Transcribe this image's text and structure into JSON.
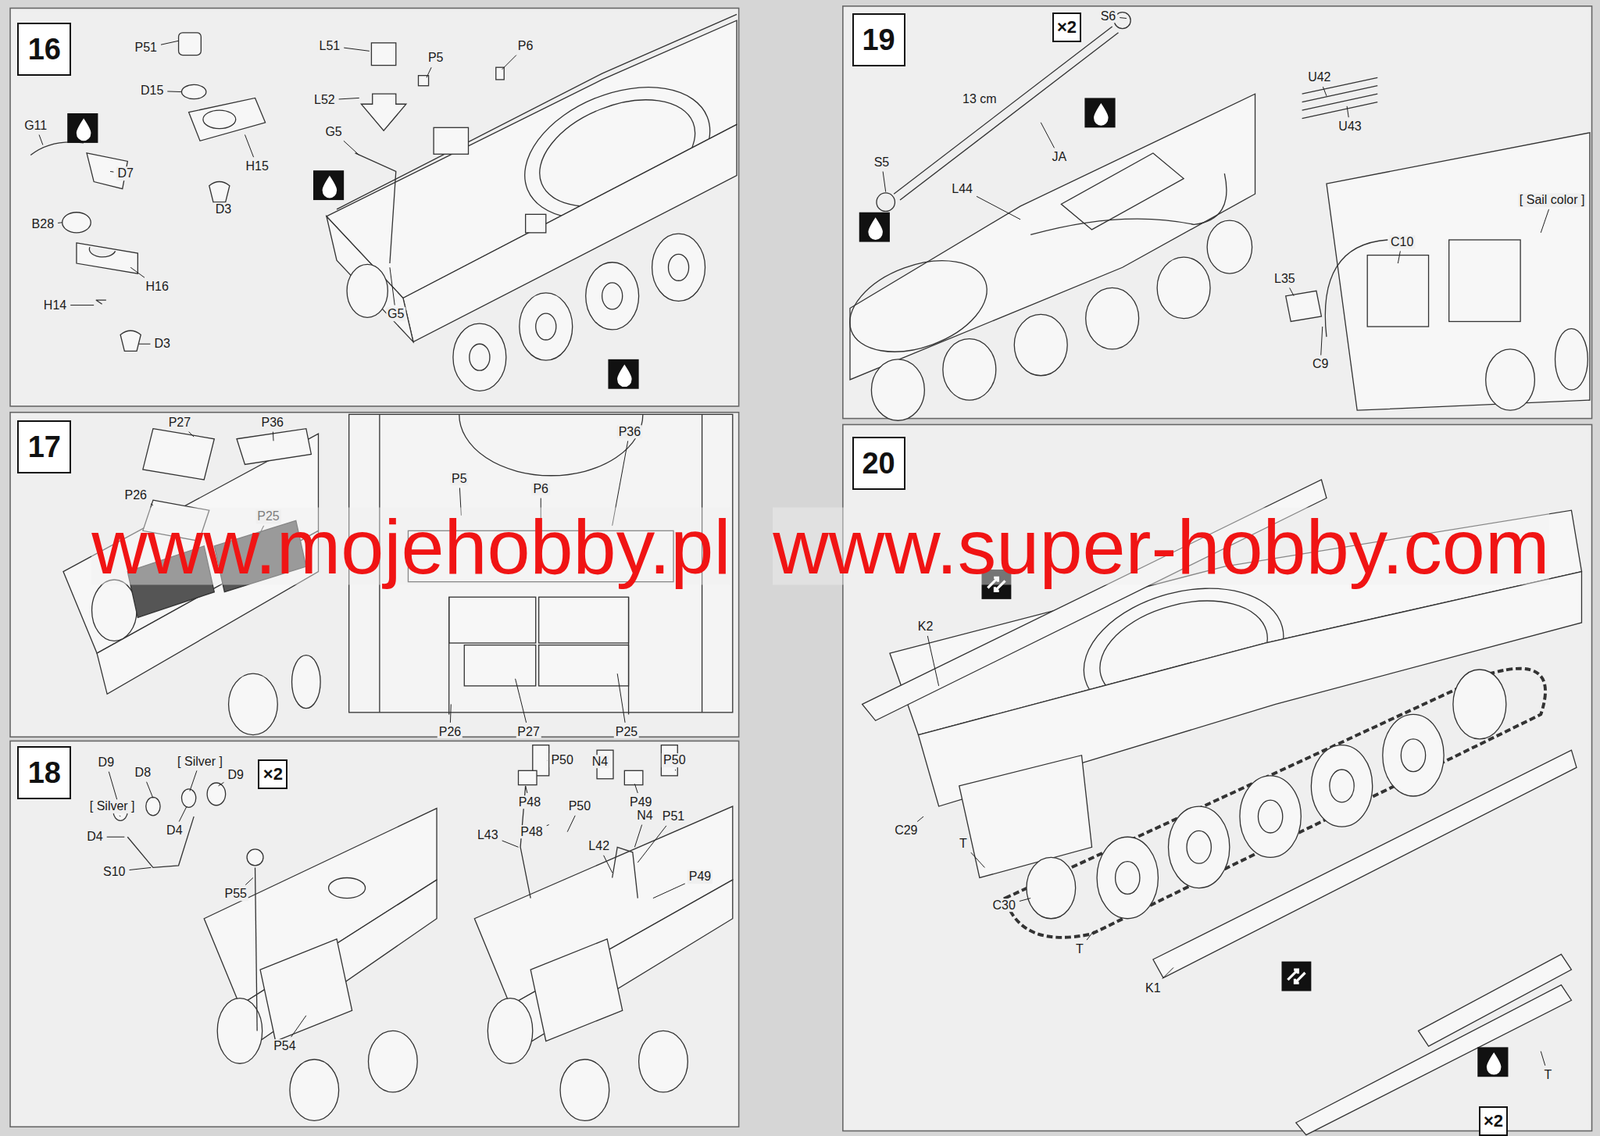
{
  "diagram": {
    "nodes": [
      {
        "text": [
          "16"
        ]
      },
      {
        "text": [
          "17"
        ]
      },
      {
        "text": [
          "18"
        ]
      },
      {
        "text": [
          "×2"
        ]
      },
      {
        "text": [
          "19"
        ]
      },
      {
        "text": [
          "×2"
        ]
      },
      {
        "text": [
          "20"
        ]
      },
      {
        "text": [
          "×2"
        ]
      }
    ],
    "labels": [
      "P51",
      "D15",
      "G11",
      "D7",
      "H15",
      "D3",
      "B28",
      "H16",
      "H14",
      "D3",
      "L51",
      "P5",
      "P6",
      "L52",
      "G5",
      "G5",
      "P27",
      "P36",
      "P26",
      "P25",
      "P5",
      "P6",
      "P36",
      "P26",
      "P27",
      "P25",
      "D9",
      "D8",
      "[ Silver ]",
      "D9",
      "[ Silver ]",
      "D4",
      "D4",
      "S10",
      "P55",
      "P54",
      "P50",
      "N4",
      "P50",
      "P48",
      "P49",
      "P50",
      "L43",
      "P48",
      "N4",
      "P51",
      "L42",
      "P49",
      "S6",
      "13 cm",
      "JA",
      "U42",
      "U43",
      "L44",
      "S5",
      "[ Sail color ]",
      "C10",
      "L35",
      "C9",
      "K2",
      "C29",
      "T",
      "C30",
      "T",
      "K1",
      "T",
      "www.mojehobby.pl",
      "www.super-hobby.com"
    ]
  }
}
